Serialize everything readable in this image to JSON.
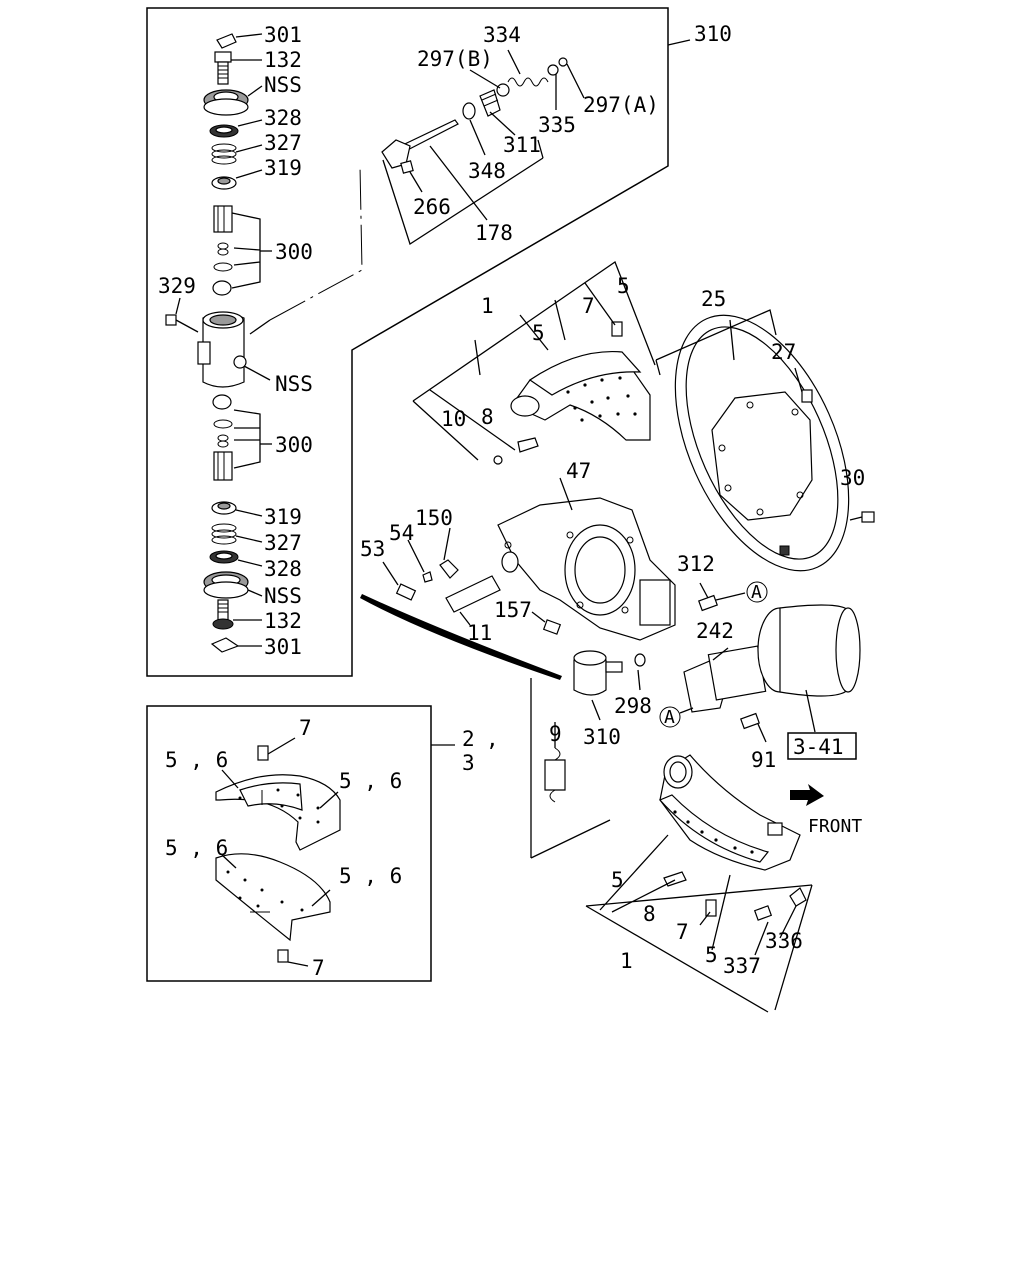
{
  "labels": {
    "l301a": "301",
    "l132a": "132",
    "lnssa": "NSS",
    "l328a": "328",
    "l327a": "327",
    "l319a": "319",
    "l300a": "300",
    "l329": "329",
    "lnssb": "NSS",
    "l300b": "300",
    "l319b": "319",
    "l327b": "327",
    "l328b": "328",
    "lnssc": "NSS",
    "l132b": "132",
    "l301b": "301",
    "l334": "334",
    "l297b": "297(B)",
    "l310a": "310",
    "l297a": "297(A)",
    "l335": "335",
    "l311": "311",
    "l348": "348",
    "l266": "266",
    "l178": "178",
    "l1a": "1",
    "l7a": "7",
    "l5a": "5",
    "l5b": "5",
    "l10": "10",
    "l8a": "8",
    "l25": "25",
    "l27": "27",
    "l30": "30",
    "l47": "47",
    "l150": "150",
    "l54": "54",
    "l53": "53",
    "l11": "11",
    "l157": "157",
    "l312": "312",
    "l242": "242",
    "lA1": "A",
    "lA2": "A",
    "l298": "298",
    "l9": "9",
    "l310b": "310",
    "l91": "91",
    "ref": "3-41",
    "front": "FRONT",
    "l7b": "7",
    "l2": "2",
    "lcomma1": ",",
    "l3": "3",
    "l56a": "5 , 6",
    "l56b": "5 , 6",
    "l56c": "5 , 6",
    "l56d": "5 , 6",
    "l7c": "7",
    "l5c": "5",
    "l8b": "8",
    "l7d": "7",
    "l1b": "1",
    "l5d": "5",
    "l337": "337",
    "l336": "336"
  }
}
